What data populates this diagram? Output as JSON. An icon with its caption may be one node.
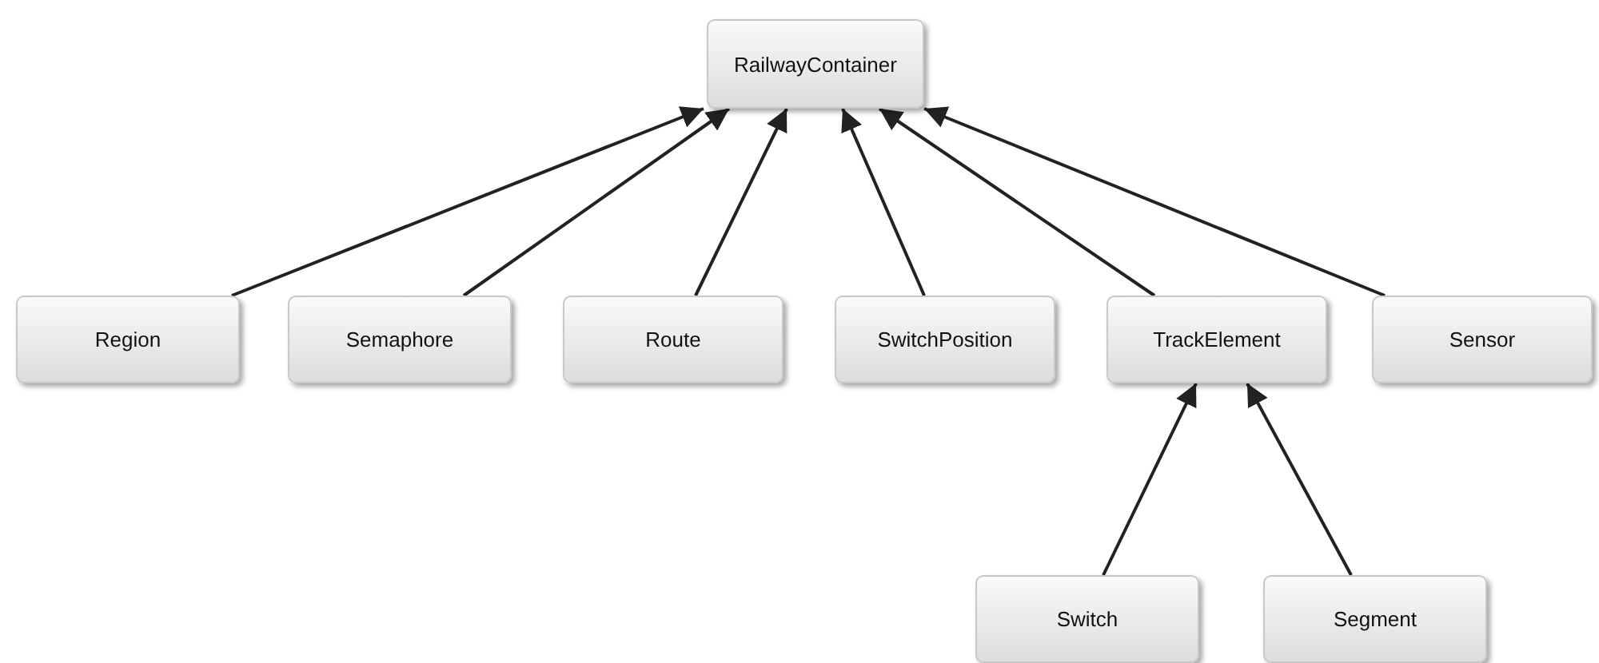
{
  "diagram": {
    "nodes": [
      {
        "text": [
          "RailwayContainer"
        ]
      },
      {
        "text": [
          "Region"
        ]
      },
      {
        "text": [
          "Semaphore"
        ]
      },
      {
        "text": [
          "Route"
        ]
      },
      {
        "text": [
          "SwitchPosition"
        ]
      },
      {
        "text": [
          "TrackElement"
        ]
      },
      {
        "text": [
          "Sensor"
        ]
      },
      {
        "text": [
          "Switch"
        ]
      },
      {
        "text": [
          "Segment"
        ]
      }
    ],
    "edges": [
      {
        "from": 1,
        "to": 0,
        "arrow": "to"
      },
      {
        "from": 2,
        "to": 0,
        "arrow": "to"
      },
      {
        "from": 3,
        "to": 0,
        "arrow": "to"
      },
      {
        "from": 4,
        "to": 0,
        "arrow": "to"
      },
      {
        "from": 5,
        "to": 0,
        "arrow": "to"
      },
      {
        "from": 6,
        "to": 0,
        "arrow": "to"
      },
      {
        "from": 7,
        "to": 5,
        "arrow": "to"
      },
      {
        "from": 8,
        "to": 5,
        "arrow": "to"
      }
    ]
  }
}
